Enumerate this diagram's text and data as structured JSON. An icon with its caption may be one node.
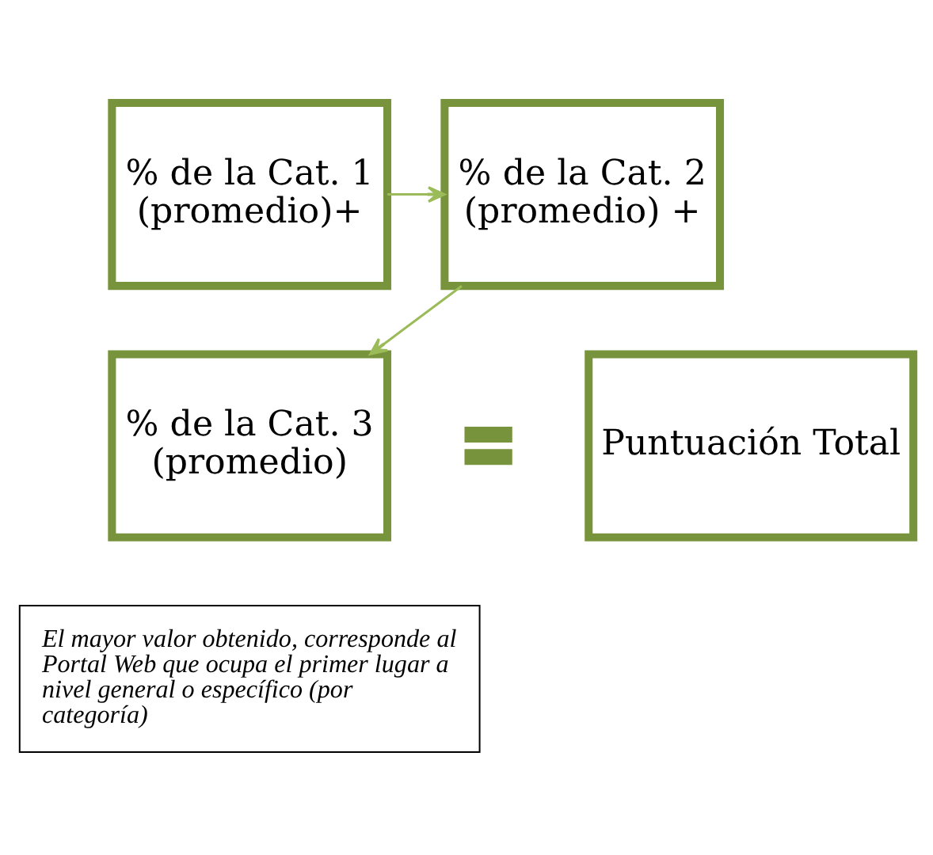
{
  "diagram": {
    "nodes": [
      {
        "text": [
          "% de la Cat. 1 (promedio)+"
        ]
      },
      {
        "text": [
          "% de la Cat. 2 (promedio) +"
        ]
      },
      {
        "text": [
          "% de la Cat. 3 (promedio)"
        ]
      },
      {
        "text": [],
        "shape": "equals"
      },
      {
        "text": [
          "Puntuación Total"
        ]
      },
      {
        "text": [
          "El mayor valor obtenido, corresponde al Portal Web que ocupa el primer lugar a nivel general o específico (por categoría)"
        ]
      }
    ],
    "edges": [
      {
        "from": 0,
        "to": 1,
        "arrow": "to"
      },
      {
        "from": 1,
        "to": 2,
        "arrow": "to"
      }
    ]
  }
}
